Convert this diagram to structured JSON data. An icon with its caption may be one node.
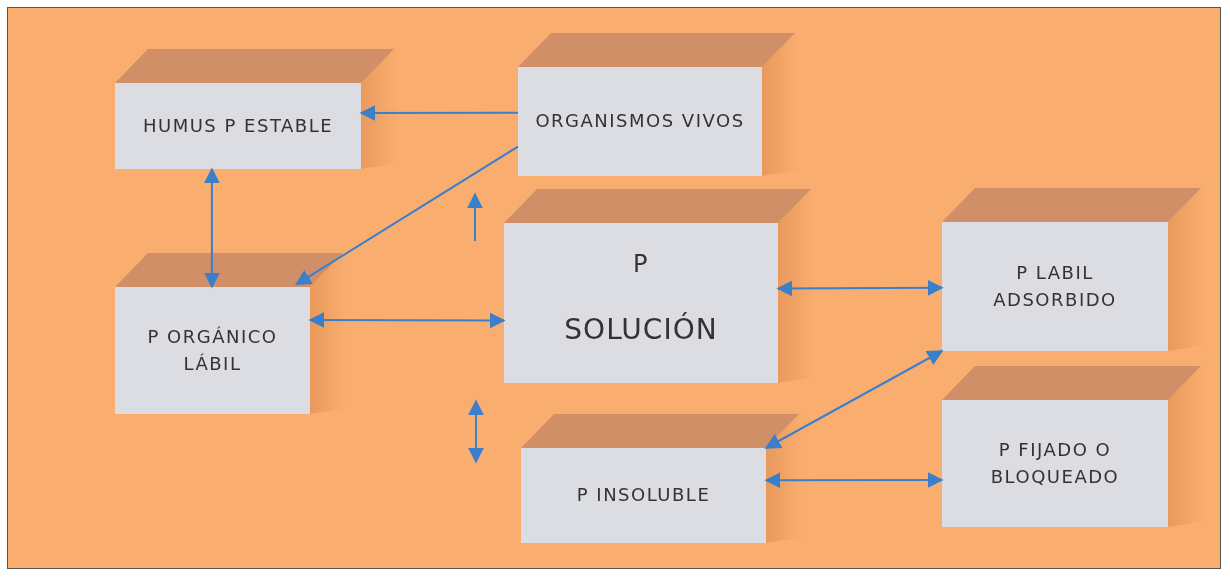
{
  "diagram": {
    "nodes": [
      {
        "text": [
          "HUMUS P ESTABLE"
        ]
      },
      {
        "text": [
          "ORGANISMOS VIVOS"
        ]
      },
      {
        "text": [
          "P ORGÁNICO LÁBIL"
        ]
      },
      {
        "text": [
          "P",
          "SOLUCIÓN"
        ]
      },
      {
        "text": [
          "P LABIL ADSORBIDO"
        ]
      },
      {
        "text": [
          "P INSOLUBLE"
        ]
      },
      {
        "text": [
          "P FIJADO O BLOQUEADO"
        ]
      }
    ],
    "edges": [
      {
        "from": 1,
        "to": 0,
        "arrow": "to"
      },
      {
        "from": 0,
        "to": 2,
        "arrow": "both"
      },
      {
        "from": 1,
        "to": 2,
        "arrow": "to"
      },
      {
        "from": 2,
        "to": 3,
        "arrow": "both"
      },
      {
        "from": 3,
        "to": 4,
        "arrow": "both"
      },
      {
        "from": 5,
        "to": 4,
        "arrow": "both"
      },
      {
        "from": 5,
        "to": 6,
        "arrow": "both"
      }
    ]
  }
}
